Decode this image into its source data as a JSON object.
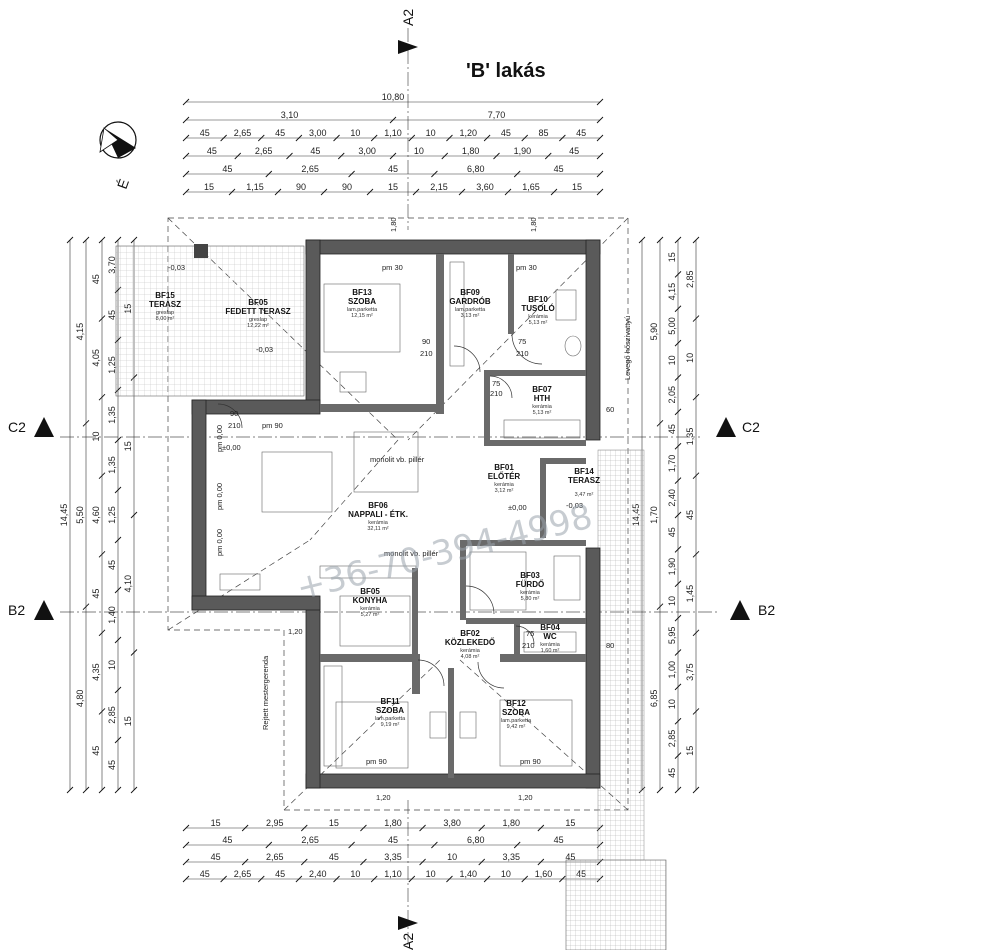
{
  "title": "'B' lakás",
  "section_labels": {
    "a_top": "A2",
    "a_bottom": "A2",
    "b_left": "B2",
    "b_right": "B2",
    "c_left": "C2",
    "c_right": "C2"
  },
  "north_label": "É",
  "watermark": "+36-70-394-4998",
  "dims_top": [
    [
      "10,80"
    ],
    [
      "3,10",
      "7,70"
    ],
    [
      "45",
      "2,65",
      "45",
      "3,00",
      "10",
      "1,10",
      "10",
      "1,20",
      "45",
      "85",
      "45"
    ],
    [
      "45",
      "2,65",
      "45",
      "3,00",
      "10",
      "1,80",
      "1,90",
      "45"
    ],
    [
      "45",
      "2,65",
      "45",
      "6,80",
      "45"
    ],
    [
      "15",
      "1,15",
      "90",
      "90",
      "15",
      "2,15",
      "3,60",
      "1,65",
      "15"
    ]
  ],
  "dims_bottom": [
    [
      "15",
      "2,95",
      "15",
      "1,80",
      "3,80",
      "1,80",
      "15"
    ],
    [
      "45",
      "2,65",
      "45",
      "6,80",
      "45"
    ],
    [
      "45",
      "2,65",
      "45",
      "3,35",
      "10",
      "3,35",
      "45"
    ],
    [
      "45",
      "2,65",
      "45",
      "2,40",
      "10",
      "1,10",
      "10",
      "1,40",
      "10",
      "1,60",
      "45"
    ]
  ],
  "dims_left": [
    [
      "14,45"
    ],
    [
      "4,15",
      "5,50",
      "4,80"
    ],
    [
      "45",
      "4,05",
      "10",
      "4,60",
      "45",
      "4,35",
      "45"
    ],
    [
      "3,70",
      "45",
      "1,25",
      "1,35",
      "1,35",
      "1,25",
      "45",
      "1,40",
      "10",
      "2,85",
      "45"
    ],
    [
      "15",
      "15",
      "4,10",
      "15"
    ]
  ],
  "dims_right": [
    [
      "14,45"
    ],
    [
      "5,90",
      "1,70",
      "6,85"
    ],
    [
      "15",
      "4,15",
      "5,00",
      "10",
      "2,05",
      "45",
      "1,70",
      "2,40",
      "45",
      "1,90",
      "10",
      "5,95",
      "1,00",
      "10",
      "2,85",
      "45"
    ],
    [
      "2,85",
      "10",
      "1,35",
      "45",
      "1,45",
      "3,75",
      "15"
    ]
  ],
  "rooms": [
    {
      "id": "BF13",
      "name": "SZOBA",
      "floor": "lam.parketta",
      "area": "12,15 m²"
    },
    {
      "id": "BF09",
      "name": "GARDRÓB",
      "floor": "lam.parketta",
      "area": "3,13 m²"
    },
    {
      "id": "BF10",
      "name": "TUSOLÓ",
      "floor": "kerámia",
      "area": "5,13 m²"
    },
    {
      "id": "BF07",
      "name": "HTH",
      "floor": "kerámia",
      "area": "5,13 m²"
    },
    {
      "id": "BF15",
      "name": "TERASZ",
      "floor": "greslap",
      "area": "8,00 m²"
    },
    {
      "id": "BF05",
      "name": "FEDETT TERASZ",
      "floor": "greslap",
      "area": "12,22 m²"
    },
    {
      "id": "BF06",
      "name": "NAPPALI - ÉTK.",
      "floor": "kerámia",
      "area": "32,11 m²"
    },
    {
      "id": "BF01",
      "name": "ELŐTÉR",
      "floor": "kerámia",
      "area": "3,12 m²"
    },
    {
      "id": "BF14",
      "name": "TERASZ",
      "floor": "",
      "area": "3,47 m²"
    },
    {
      "id": "BF05",
      "name": "KONYHA",
      "floor": "kerámia",
      "area": "5,27 m²"
    },
    {
      "id": "BF03",
      "name": "FÜRDŐ",
      "floor": "kerámia",
      "area": "5,80 m²"
    },
    {
      "id": "BF02",
      "name": "KÖZLEKEDŐ",
      "floor": "kerámia",
      "area": "4,08 m²"
    },
    {
      "id": "BF04",
      "name": "WC",
      "floor": "kerámia",
      "area": "1,60 m²"
    },
    {
      "id": "BF11",
      "name": "SZOBA",
      "floor": "lam.parketta",
      "area": "9,19 m²"
    },
    {
      "id": "BF12",
      "name": "SZOBA",
      "floor": "lam.parketta",
      "area": "9,42 m²"
    }
  ],
  "labels": {
    "pillar": "monolit vb. pillér",
    "beam": "Rejtett mestergerenda",
    "vent": "Levegő hőszivattyú",
    "lvl_003": "-0,03",
    "lvl_003b": "-0,03",
    "lvl_000": "±0,00",
    "lvl_000b": "±0,00",
    "lvl_003c": "-0,03",
    "pm30": "pm 30",
    "pm30b": "pm 30",
    "pm90": "pm 90",
    "pm90b": "pm 90",
    "pm90c": "pm 90",
    "pm000": "pm 0,00",
    "pm000b": "pm 0,00",
    "pm000c": "pm 0,00",
    "d90": "90",
    "d210": "210",
    "d75": "75",
    "d210b": "210",
    "d75b": "75",
    "d210c": "210",
    "d90b": "90",
    "d210d": "210",
    "d75c": "75",
    "d210e": "210",
    "d60": "60",
    "d80": "80",
    "d120": "1,20",
    "d120b": "1,20",
    "d120c": "1,20",
    "d180": "1,80",
    "d180b": "1,80"
  }
}
